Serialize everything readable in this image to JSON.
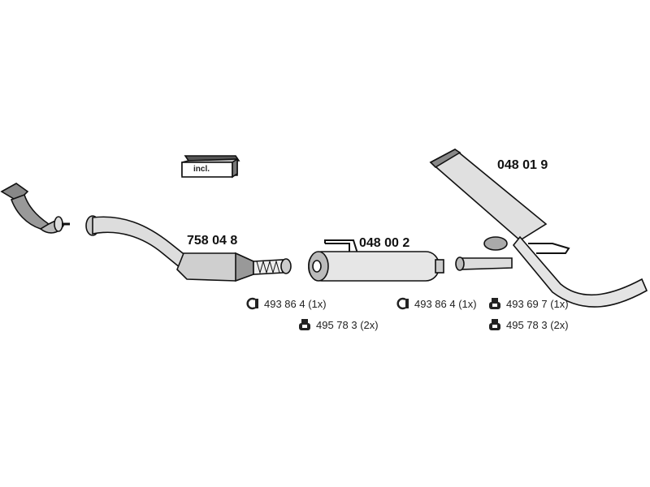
{
  "kit_badge": "incl.",
  "parts": [
    {
      "number": "758 04 8"
    },
    {
      "number": "048 00 2"
    },
    {
      "number": "048 01 9"
    }
  ],
  "accessories": [
    {
      "icon": "clamp-icon",
      "text": "493 86 4 (1x)"
    },
    {
      "icon": "rubber-mount-icon",
      "text": "495 78 3 (2x)"
    },
    {
      "icon": "clamp-icon",
      "text": "493 86 4 (1x)"
    },
    {
      "icon": "rubber-mount-icon",
      "text": "493 69 7 (1x)"
    },
    {
      "icon": "rubber-mount-icon",
      "text": "495 78 3 (2x)"
    }
  ]
}
